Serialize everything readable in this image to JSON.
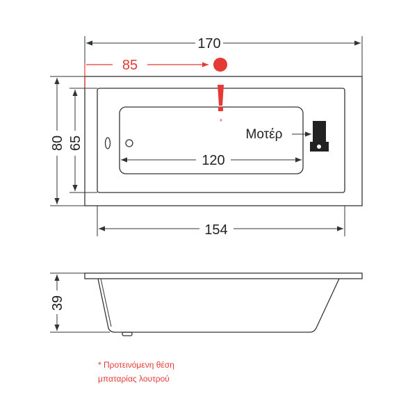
{
  "dimensions": {
    "total_length": "170",
    "faucet_offset": "85",
    "total_width": "80",
    "inner_width": "65",
    "inner_length": "120",
    "bottom_length": "154",
    "height": "39"
  },
  "motor_label": "Μοτέρ",
  "asterisk_mark": "*",
  "note": {
    "line1": "* Προτεινόμενη θέση",
    "line2": "μπαταρίας λουτρού"
  },
  "colors": {
    "line": "#333333",
    "accent": "#e53935"
  }
}
